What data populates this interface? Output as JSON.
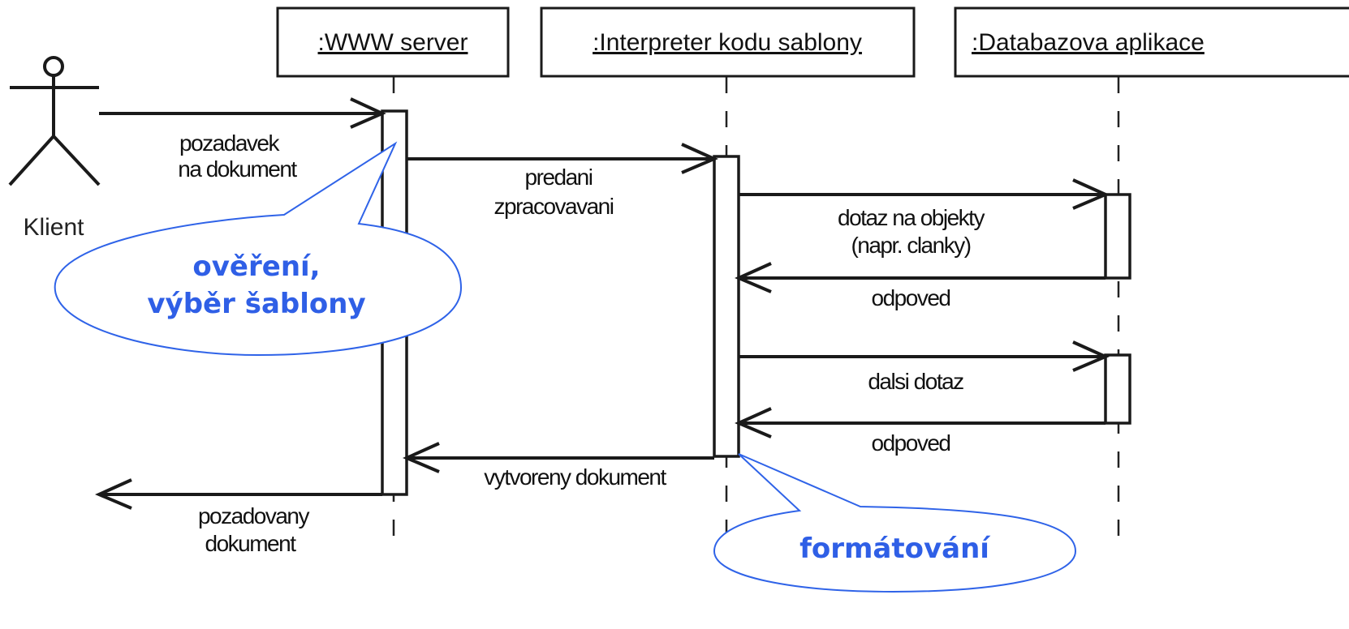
{
  "participants": {
    "actor": "Klient",
    "www_server": ":WWW server",
    "interpreter": ":Interpreter kodu sablony",
    "database": ":Databazova aplikace"
  },
  "messages": {
    "request_line1": "pozadavek",
    "request_line2": "na dokument",
    "handover_line1": "predani",
    "handover_line2": "zpracovavani",
    "query_line1": "dotaz na objekty",
    "query_line2": "(napr. clanky)",
    "reply1": "odpoved",
    "query2": "dalsi dotaz",
    "reply2": "odpoved",
    "created_doc": "vytvoreny dokument",
    "result_line1": "pozadovany",
    "result_line2": "dokument"
  },
  "callouts": {
    "server_line1": "ověření,",
    "server_line2": "výběr šablony",
    "interpreter": "formátování"
  },
  "colors": {
    "callout": "#2f5fe6",
    "diagram": "#1a1a1a"
  }
}
